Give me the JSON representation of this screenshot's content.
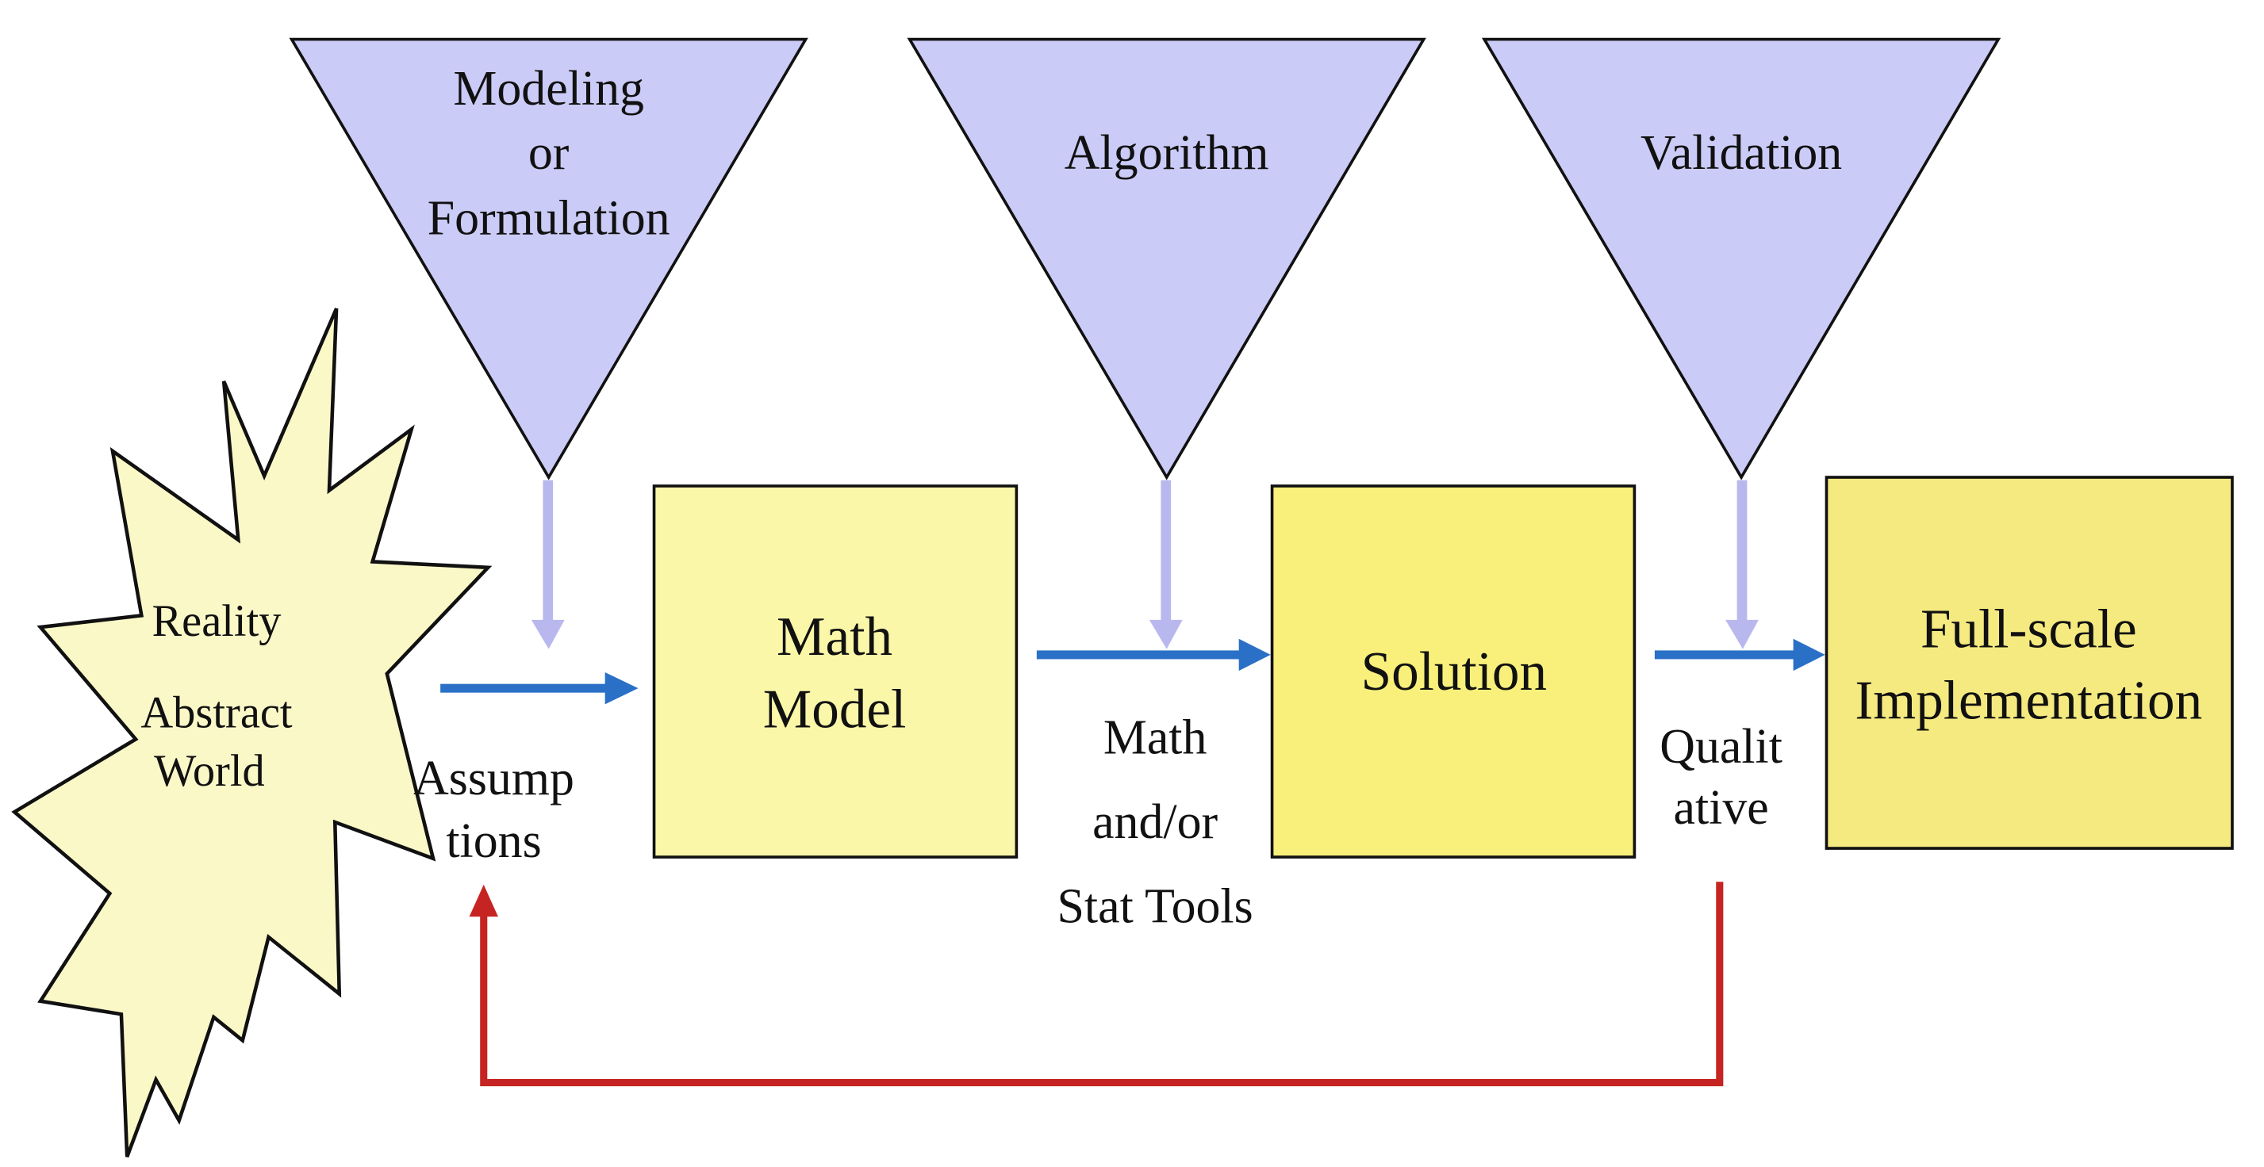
{
  "diagram": {
    "colors": {
      "triangle_fill": "#cbcbf7",
      "box_fill_light": "#fbf7a8",
      "box_fill": "#f8f07a",
      "starburst_fill": "#fbf8c8",
      "flow_arrow": "#2a70c6",
      "input_arrow": "#b9b8ee",
      "feedback_arrow": "#c62422",
      "outline": "#111111"
    },
    "starburst": {
      "line1": "Reality",
      "line2": "Abstract",
      "line3": "World"
    },
    "stages": [
      {
        "id": "modeling",
        "lines": [
          "Modeling",
          "or",
          "Formulation"
        ]
      },
      {
        "id": "algorithm",
        "lines": [
          "Algorithm"
        ]
      },
      {
        "id": "validation",
        "lines": [
          "Validation"
        ]
      }
    ],
    "boxes": [
      {
        "id": "math-model",
        "lines": [
          "Math",
          "Model"
        ]
      },
      {
        "id": "solution",
        "lines": [
          "Solution"
        ]
      },
      {
        "id": "implementation",
        "lines": [
          "Full-scale",
          "Implementation"
        ]
      }
    ],
    "edge_labels": {
      "assumptions": [
        "Assump",
        "tions"
      ],
      "tools": [
        "Math",
        "and/or",
        "Stat Tools"
      ],
      "qualitative": [
        "Qualit",
        "ative"
      ]
    }
  }
}
